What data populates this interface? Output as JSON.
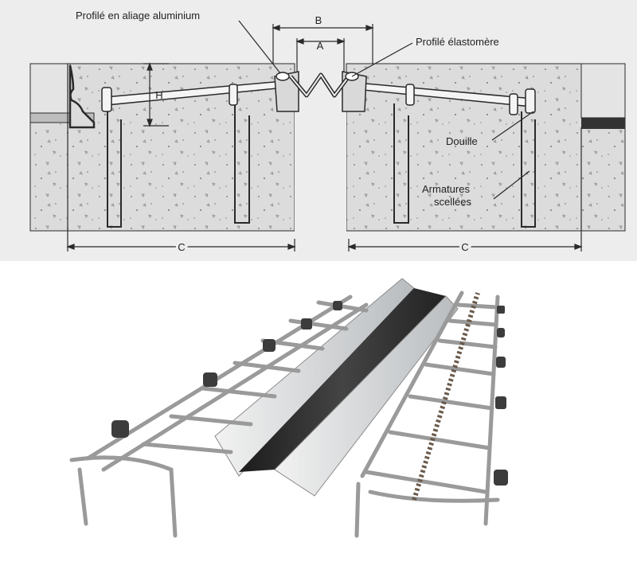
{
  "section": {
    "labels": {
      "aluminium_profile": "Profilé en aliage aluminium",
      "elastomer_profile": "Profilé élastomère",
      "bushing": "Douille",
      "anchors_line1": "Armatures",
      "anchors_line2": "scellées"
    },
    "dimensions": {
      "a": "A",
      "b": "B",
      "h": "H",
      "c_left": "C",
      "c_right": "C"
    }
  },
  "colors": {
    "background": "#ededed",
    "concrete": "#dcdcdc",
    "line": "#2a2a2a",
    "elastomer": "#3a3a3a",
    "aluminium": "#cfd2d4"
  }
}
